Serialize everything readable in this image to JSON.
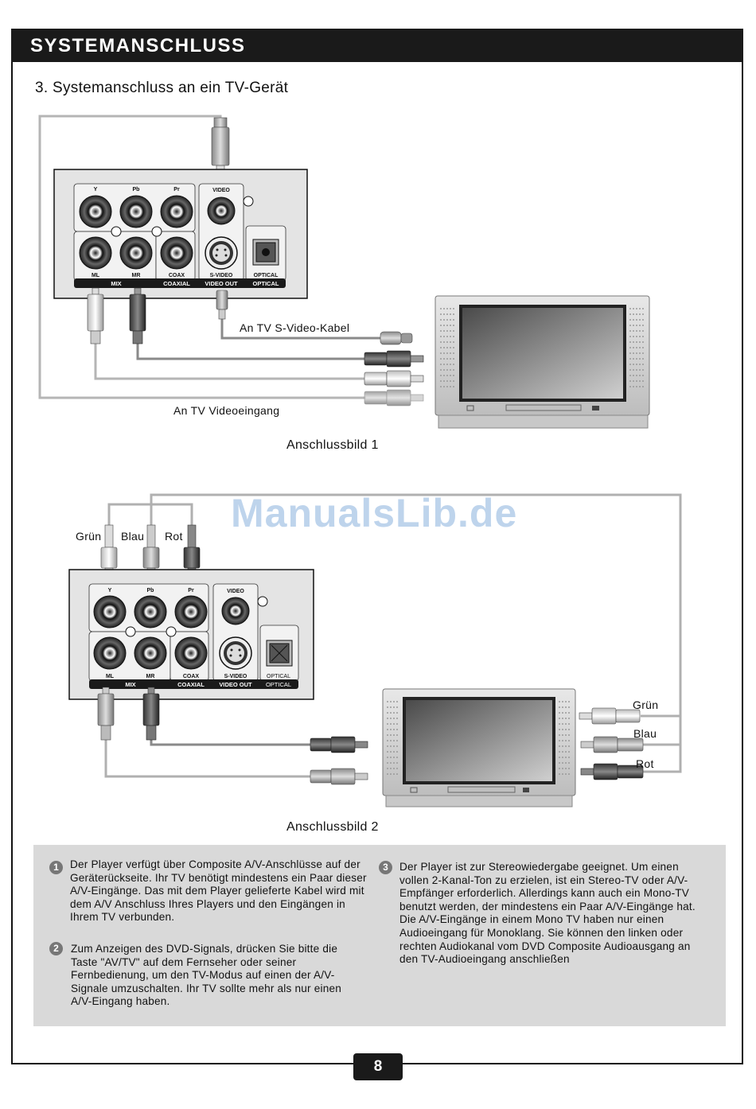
{
  "header": {
    "title": "SYSTEMANSCHLUSS"
  },
  "section": {
    "title": "3. Systemanschluss an ein TV-Gerät"
  },
  "watermark": "ManualsLib.de",
  "panel": {
    "jack_labels": {
      "y": "Y",
      "pb": "Pb",
      "pr": "Pr",
      "video": "VIDEO",
      "ml": "ML",
      "mr": "MR",
      "coax": "COAX",
      "svideo": "S-VIDEO",
      "optical": "OPTICAL"
    },
    "group_labels": {
      "mix": "MIX",
      "coaxial": "COAXIAL",
      "video_out": "VIDEO OUT",
      "optical": "OPTICAL"
    }
  },
  "diagram1": {
    "svideo_cable_label": "An TV S-Video-Kabel",
    "video_input_label": "An TV Videoeingang",
    "caption": "Anschlussbild 1"
  },
  "diagram2": {
    "cable_labels_top": {
      "green": "Grün",
      "blue": "Blau",
      "red": "Rot"
    },
    "cable_labels_right": {
      "green": "Grün",
      "blue": "Blau",
      "red": "Rot"
    },
    "caption": "Anschlussbild 2"
  },
  "notes": [
    {
      "number": "1",
      "text": "Der Player verfügt über Composite A/V-Anschlüsse auf der Geräterückseite. Ihr TV benötigt mindestens ein Paar dieser A/V-Eingänge. Das mit dem Player gelieferte Kabel wird mit dem A/V Anschluss Ihres Players und den Eingängen in Ihrem TV verbunden."
    },
    {
      "number": "2",
      "text": "Zum Anzeigen des DVD-Signals, drücken Sie bitte die Taste \"AV/TV\" auf dem Fernseher oder seiner Fernbedienung, um den TV-Modus auf einen der A/V-Signale umzuschalten.  Ihr TV sollte mehr als nur einen A/V-Eingang haben."
    },
    {
      "number": "3",
      "text": "Der Player ist zur Stereowiedergabe geeignet. Um einen vollen 2-Kanal-Ton zu erzielen, ist ein Stereo-TV oder A/V-Empfänger erforderlich. Allerdings kann auch ein Mono-TV benutzt werden, der mindestens ein Paar A/V-Eingänge hat. Die A/V-Eingänge in einem Mono TV haben nur einen Audioeingang für Monoklang. Sie können den linken oder rechten Audiokanal vom DVD Composite Audioausgang an den TV-Audioeingang anschließen"
    }
  ],
  "page_number": "8"
}
